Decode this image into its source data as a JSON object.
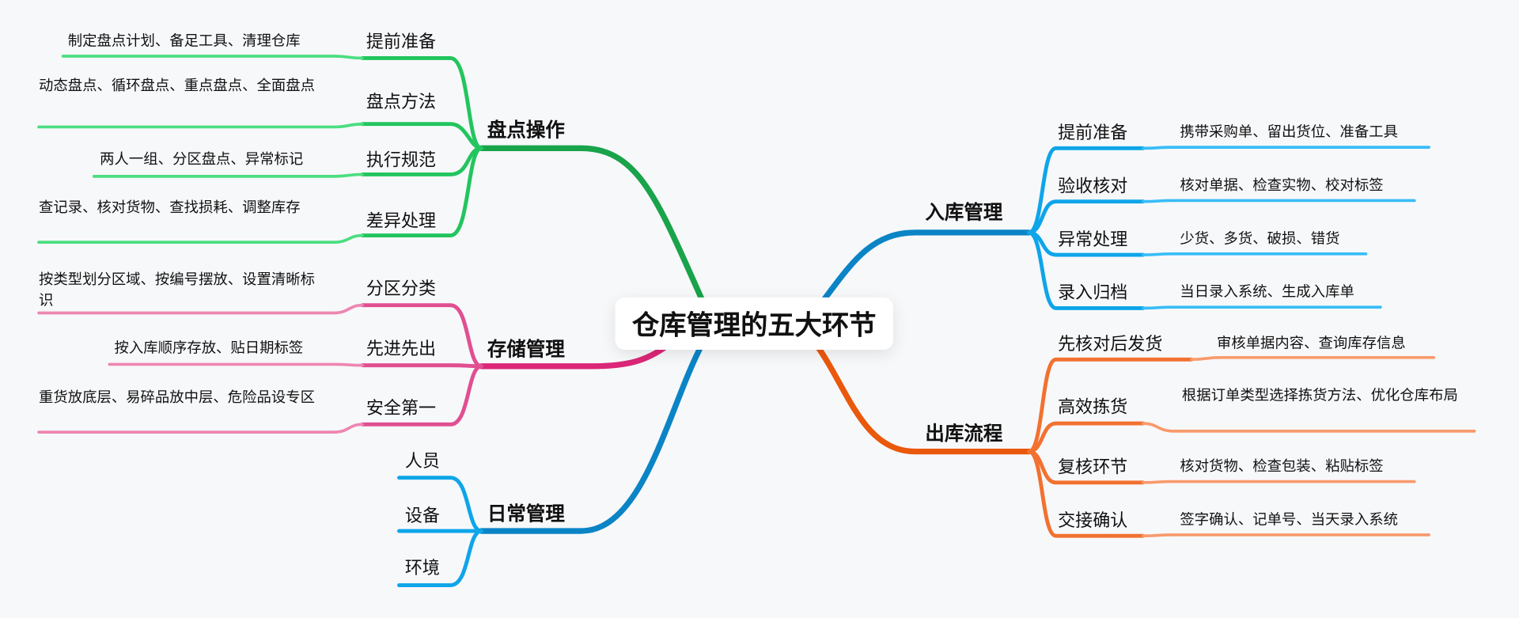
{
  "root": {
    "title": "仓库管理的五大环节"
  },
  "colors": {
    "background": "#f7f8fa",
    "green_main": "#19a34a",
    "green_child": "#22c55e",
    "green_leaf": "#4ade80",
    "pink_main": "#db2777",
    "pink_child": "#e14f91",
    "pink_leaf": "#ee86b2",
    "blue_main": "#0b84c6",
    "blue_child": "#0ea5e9",
    "blue_leaf": "#38bdf8",
    "orange_main": "#ea580c",
    "orange_child": "#f27130",
    "orange_leaf": "#f89a6c"
  },
  "branches": {
    "inventory": {
      "label": "盘点操作",
      "children": [
        {
          "label": "提前准备",
          "detail": "制定盘点计划、备足工具、清理仓库"
        },
        {
          "label": "盘点方法",
          "detail": "动态盘点、循环盘点、重点盘点、全面盘点"
        },
        {
          "label": "执行规范",
          "detail": "两人一组、分区盘点、异常标记"
        },
        {
          "label": "差异处理",
          "detail": "查记录、核对货物、查找损耗、调整库存"
        }
      ]
    },
    "storage": {
      "label": "存储管理",
      "children": [
        {
          "label": "分区分类",
          "detail": "按类型划分区域、按编号摆放、设置清晰标识"
        },
        {
          "label": "先进先出",
          "detail": "按入库顺序存放、贴日期标签"
        },
        {
          "label": "安全第一",
          "detail": "重货放底层、易碎品放中层、危险品设专区"
        }
      ]
    },
    "daily": {
      "label": "日常管理",
      "children": [
        {
          "label": "人员"
        },
        {
          "label": "设备"
        },
        {
          "label": "环境"
        }
      ]
    },
    "inbound": {
      "label": "入库管理",
      "children": [
        {
          "label": "提前准备",
          "detail": "携带采购单、留出货位、准备工具"
        },
        {
          "label": "验收核对",
          "detail": "核对单据、检查实物、校对标签"
        },
        {
          "label": "异常处理",
          "detail": "少货、多货、破损、错货"
        },
        {
          "label": "录入归档",
          "detail": "当日录入系统、生成入库单"
        }
      ]
    },
    "outbound": {
      "label": "出库流程",
      "children": [
        {
          "label": "先核对后发货",
          "detail": "审核单据内容、查询库存信息"
        },
        {
          "label": "高效拣货",
          "detail": "根据订单类型选择拣货方法、优化仓库布局"
        },
        {
          "label": "复核环节",
          "detail": "核对货物、检查包装、粘贴标签"
        },
        {
          "label": "交接确认",
          "detail": "签字确认、记单号、当天录入系统"
        }
      ]
    }
  }
}
